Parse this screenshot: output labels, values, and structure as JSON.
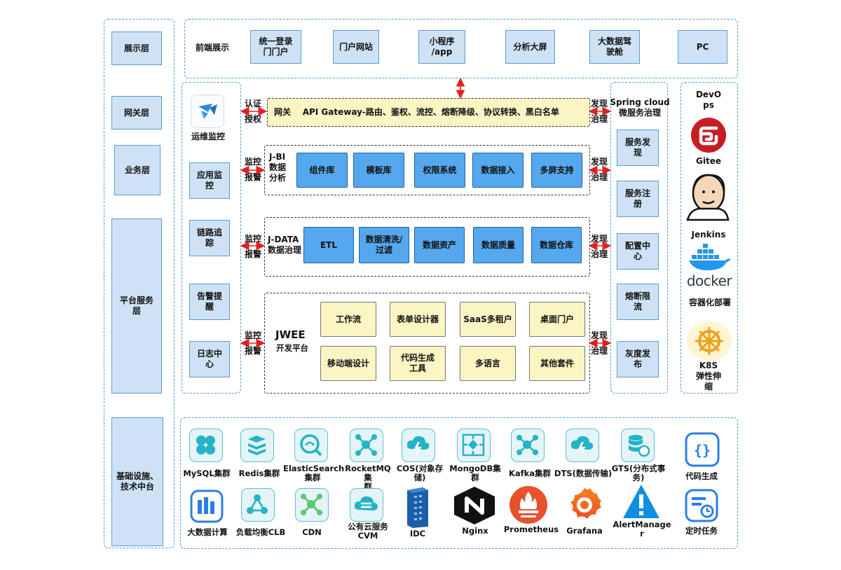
{
  "layers": {
    "display": "展示层",
    "gateway": "网关层",
    "business": "业务层",
    "platform": "平台服务\n层",
    "infra": "基础设施、\n技术中台"
  },
  "frontend": {
    "label": "前端展示",
    "items": [
      "统一登录\n门门户",
      "门户网站",
      "小程序\n/app",
      "分析大屏",
      "大数据驾\n驶舱",
      "PC"
    ]
  },
  "monitor": {
    "items": [
      "运维监控",
      "应用监\n控",
      "链路追\n踪",
      "告警提\n醒",
      "日志中\n心"
    ]
  },
  "gateway": {
    "left_label": "认证\n授权",
    "right_label": "发现\n治理",
    "text": "网关    API Gateway-路由、鉴权、流控、熔断降级、协议转换、黑白名单"
  },
  "jbi": {
    "left_label": "监控\n报警",
    "right_label": "发现\n治理",
    "title": "J-BI\n数据\n分析",
    "items": [
      "组件库",
      "模板库",
      "权限系统",
      "数据接入",
      "多屏支持"
    ]
  },
  "jdata": {
    "left_label": "监控\n报警",
    "right_label": "发现\n治理",
    "title": "J-DATA\n数据治理",
    "items": [
      "ETL",
      "数据清洗/\n过滤",
      "数据资产",
      "数据质量",
      "数据仓库"
    ]
  },
  "jwee": {
    "left_label": "监控\n报警",
    "right_label": "发现\n治理",
    "title": "JWEE",
    "subtitle": "开发平台",
    "items": [
      "工作流",
      "表单设计器",
      "SaaS多租户",
      "桌面门户",
      "移动端设计",
      "代码生成\n工具",
      "多语言",
      "其他套件"
    ]
  },
  "spring": {
    "title": "Spring cloud\n微服务治理",
    "items": [
      "服务发\n现",
      "服务注\n册",
      "配置中\n心",
      "熔断限\n流",
      "灰度发\n布"
    ]
  },
  "devops": {
    "title": "DevO\nps",
    "gitee": "Gitee",
    "jenkins": "Jenkins",
    "docker_word": "docker",
    "docker": "容器化部署",
    "k8s": "K8S\n弹性伸\n缩"
  },
  "infra": {
    "row1": [
      "MySQL集群",
      "Redis集群",
      "ElasticSearch\n集群",
      "RocketMQ集\n群",
      "COS(对象存\n储)",
      "MongoDB集\n群",
      "Kafka集群",
      "DTS(数据传输)",
      "GTS(分布式事\n务)",
      "代码生成"
    ],
    "row2": [
      "大数据计算",
      "负载均衡CLB",
      "CDN",
      "公有云服务\nCVM",
      "IDC",
      "Nginx",
      "Prometheus",
      "Grafana",
      "AlertManage\nr",
      "定时任务"
    ]
  },
  "colors": {
    "dashed_border": "#4a9be0",
    "layer_box": "#cfe2f5",
    "module_blue": "#55a8ee",
    "module_yellow": "#fbf5c4",
    "gateway_bg": "#fbf5c4",
    "arrow_red": "#e02020"
  }
}
